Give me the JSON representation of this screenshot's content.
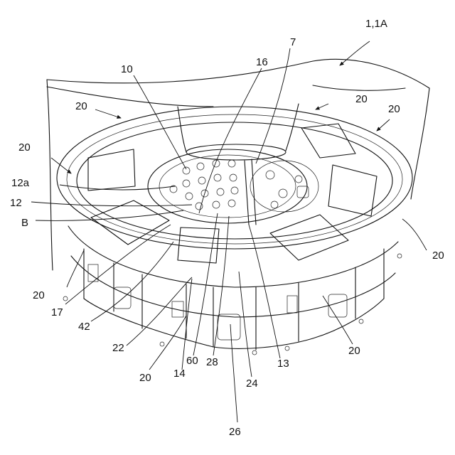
{
  "figure": {
    "labels": [
      {
        "id": "ref-1-1a",
        "text": "1,1A"
      },
      {
        "id": "ref-16",
        "text": "16"
      },
      {
        "id": "ref-7",
        "text": "7"
      },
      {
        "id": "ref-10",
        "text": "10"
      },
      {
        "id": "ref-20-a",
        "text": "20"
      },
      {
        "id": "ref-20-b",
        "text": "20"
      },
      {
        "id": "ref-20-c",
        "text": "20"
      },
      {
        "id": "ref-20-d",
        "text": "20"
      },
      {
        "id": "ref-12a",
        "text": "12a"
      },
      {
        "id": "ref-12",
        "text": "12"
      },
      {
        "id": "ref-b",
        "text": "B"
      },
      {
        "id": "ref-20-e",
        "text": "20"
      },
      {
        "id": "ref-20-f",
        "text": "20"
      },
      {
        "id": "ref-17",
        "text": "17"
      },
      {
        "id": "ref-42",
        "text": "42"
      },
      {
        "id": "ref-22",
        "text": "22"
      },
      {
        "id": "ref-20-g",
        "text": "20"
      },
      {
        "id": "ref-60",
        "text": "60"
      },
      {
        "id": "ref-28",
        "text": "28"
      },
      {
        "id": "ref-14",
        "text": "14"
      },
      {
        "id": "ref-13",
        "text": "13"
      },
      {
        "id": "ref-24",
        "text": "24"
      },
      {
        "id": "ref-20-h",
        "text": "20"
      },
      {
        "id": "ref-26",
        "text": "26"
      }
    ]
  }
}
